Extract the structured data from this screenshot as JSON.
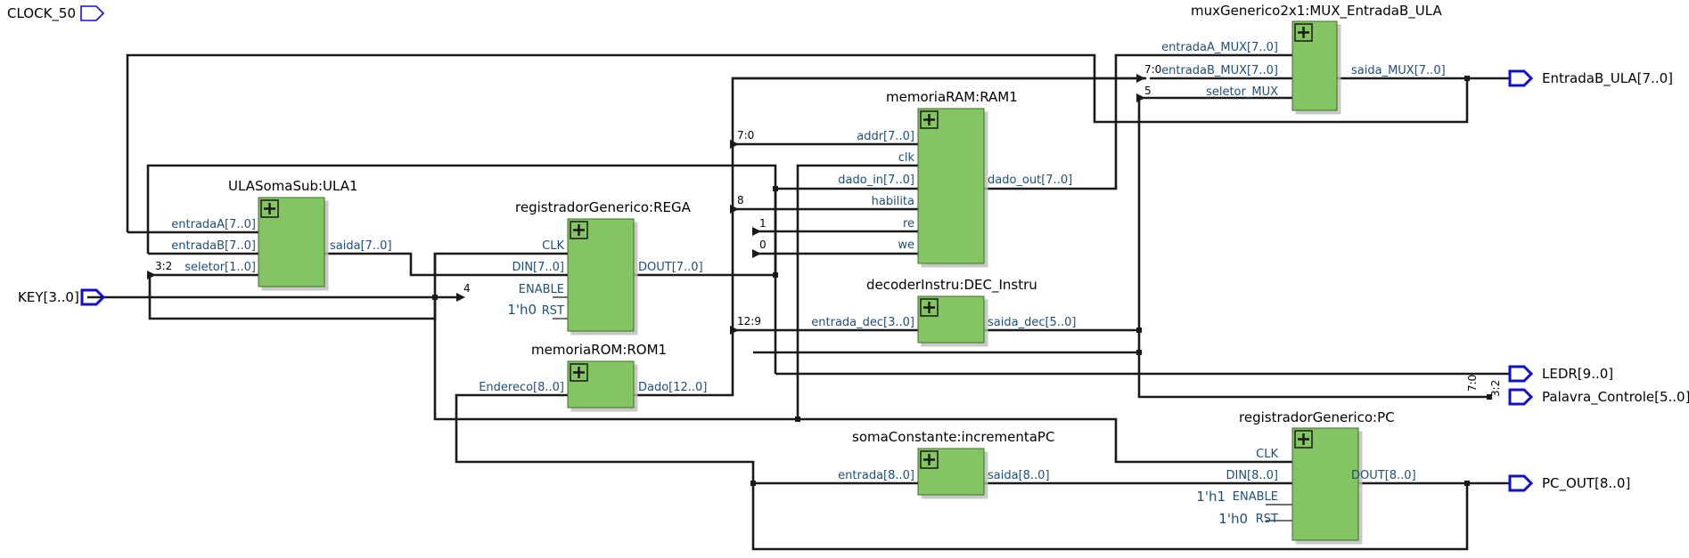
{
  "inputs": {
    "clock": "CLOCK_50",
    "key": "KEY[3..0]"
  },
  "outputs": {
    "entradaB_ula": "EntradaB_ULA[7..0]",
    "ledr": "LEDR[9..0]",
    "palavra_controle": "Palavra_Controle[5..0]",
    "pc_out": "PC_OUT[8..0]"
  },
  "blocks": {
    "mux": {
      "title": "muxGenerico2x1:MUX_EntradaB_ULA",
      "entradaA": "entradaA_MUX[7..0]",
      "entradaB": "entradaB_MUX[7..0]",
      "seletor": "seletor_MUX",
      "saida": "saida_MUX[7..0]"
    },
    "ram": {
      "title": "memoriaRAM:RAM1",
      "addr": "addr[7..0]",
      "clk": "clk",
      "dado_in": "dado_in[7..0]",
      "habilita": "habilita",
      "re": "re",
      "we": "we",
      "dado_out": "dado_out[7..0]"
    },
    "ula": {
      "title": "ULASomaSub:ULA1",
      "entradaA": "entradaA[7..0]",
      "entradaB": "entradaB[7..0]",
      "seletor": "seletor[1..0]",
      "saida": "saida[7..0]"
    },
    "rega": {
      "title": "registradorGenerico:REGA",
      "clk": "CLK",
      "din": "DIN[7..0]",
      "enable": "ENABLE",
      "rst": "RST",
      "rst_const": "1'h0",
      "dout": "DOUT[7..0]"
    },
    "dec": {
      "title": "decoderInstru:DEC_Instru",
      "entrada": "entrada_dec[3..0]",
      "saida": "saida_dec[5..0]"
    },
    "rom": {
      "title": "memoriaROM:ROM1",
      "endereco": "Endereco[8..0]",
      "dado": "Dado[12..0]"
    },
    "inc": {
      "title": "somaConstante:incrementaPC",
      "entrada": "entrada[8..0]",
      "saida": "saida[8..0]"
    },
    "pc": {
      "title": "registradorGenerico:PC",
      "clk": "CLK",
      "din": "DIN[8..0]",
      "enable": "ENABLE",
      "enable_const": "1'h1",
      "rst": "RST",
      "rst_const": "1'h0",
      "dout": "DOUT[8..0]"
    }
  },
  "bus_labels": {
    "mux_b": "7:0",
    "mux_sel": "5",
    "ram_addr": "7:0",
    "ram_hab": "8",
    "ram_re": "1",
    "ram_we": "0",
    "ula_sel": "3:2",
    "rega_en": "4",
    "dec_in": "12:9",
    "ledr_a": "7:0",
    "ledr_b": "3:2"
  },
  "colors": {
    "block_fill": "#84c464",
    "block_stroke": "#3a6e2a",
    "port_text": "#1f4e79",
    "io_pin": "#1010c8",
    "wire": "#1a1a1a"
  }
}
